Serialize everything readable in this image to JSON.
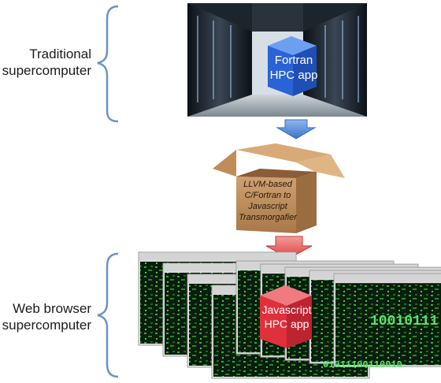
{
  "labels": {
    "traditional_line1": "Traditional",
    "traditional_line2": "supercomputer",
    "browser_line1": "Web browser",
    "browser_line2": "supercomputer"
  },
  "top_cube": {
    "line1": "Fortran",
    "line2": "HPC app",
    "color": "#2a63d6"
  },
  "box": {
    "line1": "LLVM-based",
    "line2": "C/Fortran to",
    "line3": "Javascript",
    "line4": "Transmorgafier"
  },
  "bottom_cube": {
    "line1": "Javascript",
    "line2": "HPC app",
    "color": "#e0303a"
  },
  "binary_text": {
    "line1": "10010111",
    "line2": "01011100110010"
  },
  "arrows": {
    "top_color": "#4a86d8",
    "bottom_color": "#e85a5a"
  },
  "window_count": 9
}
